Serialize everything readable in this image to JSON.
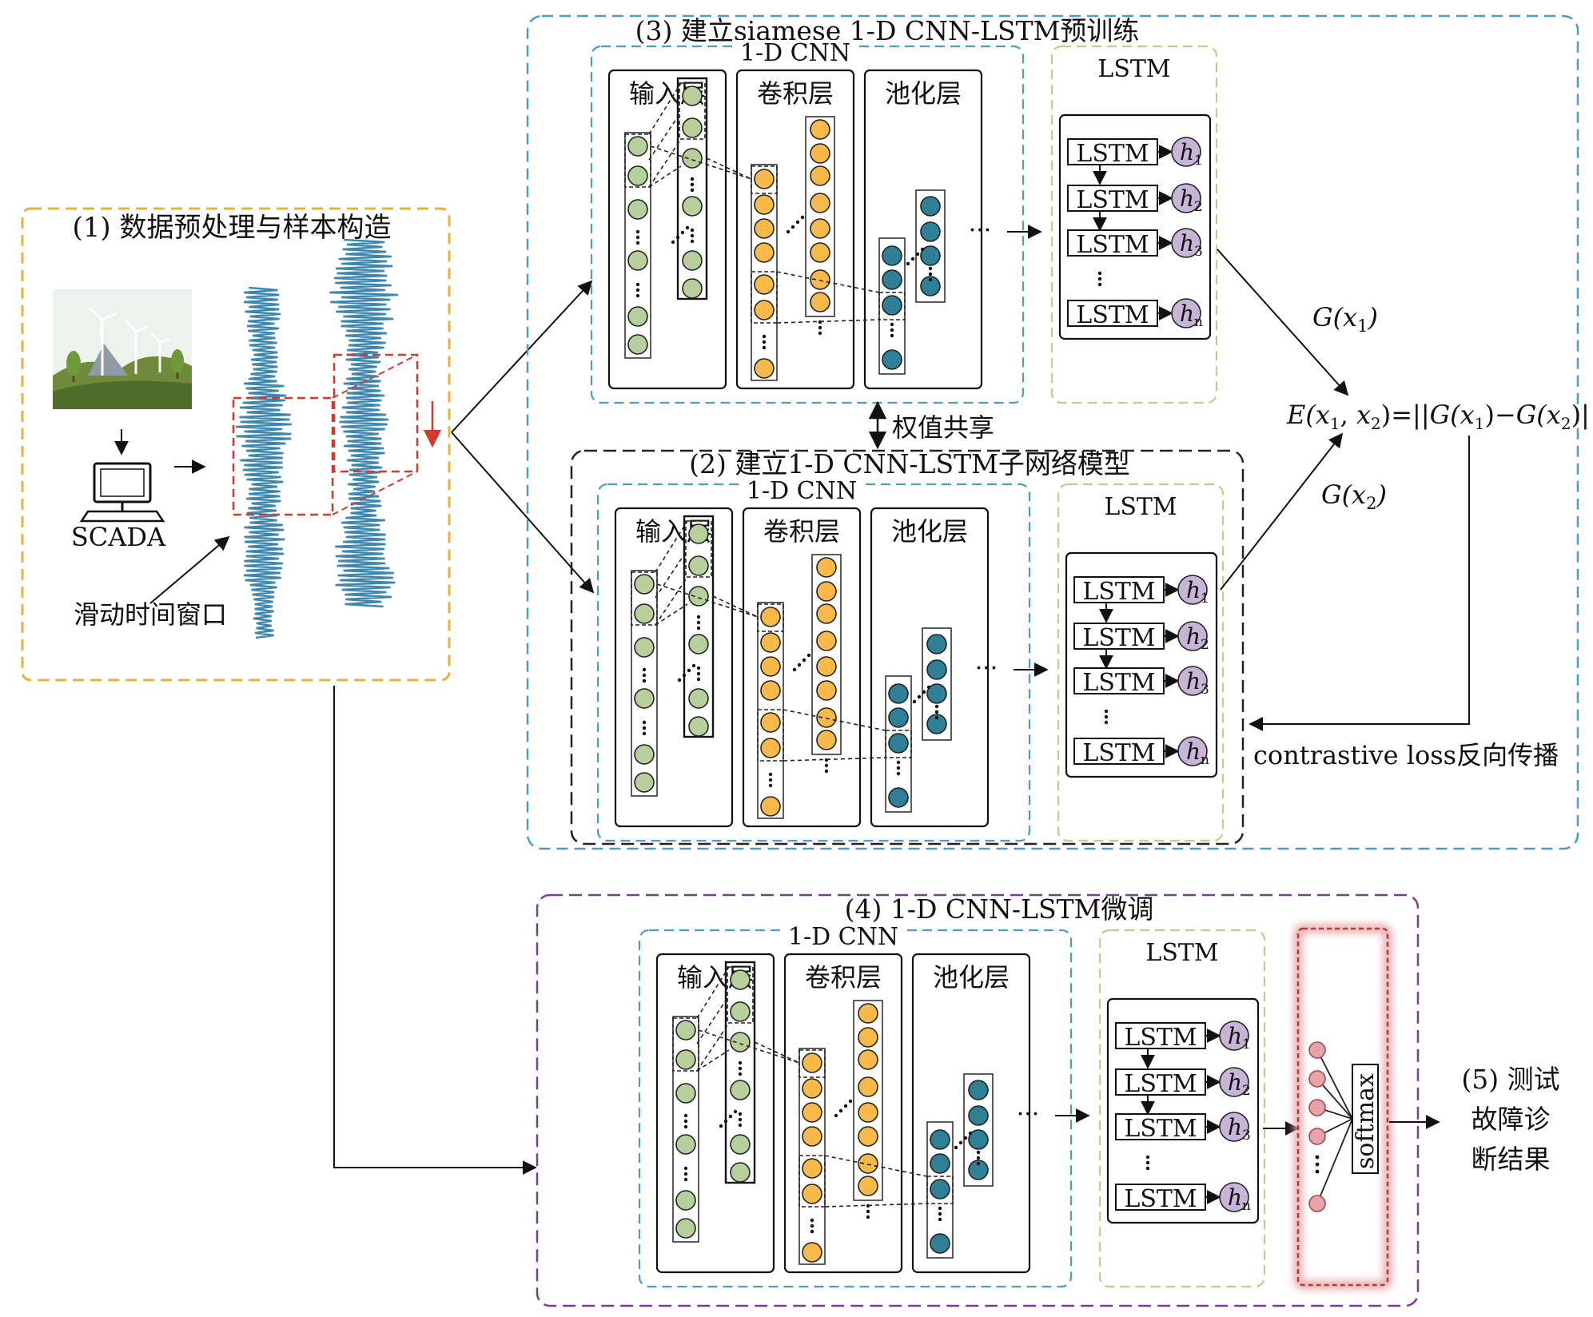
{
  "colors": {
    "orange_dash": "#e8b23a",
    "blue_dash": "#4a9ec2",
    "black_dash": "#222222",
    "purple_dash": "#7a3d8f",
    "olive_dash": "#c8c98a",
    "green_node": "#b7cf9a",
    "yellow_node": "#f7b94a",
    "teal_node": "#2f7f97",
    "purple_node": "#c8b4d6",
    "pink_node": "#e6a4a8",
    "red": "#d33a2c",
    "wave": "#3d86ad"
  },
  "step1": {
    "title": "(1) 数据预处理与样本构造",
    "scada_label": "SCADA",
    "window_label": "滑动时间窗口",
    "icons": [
      "wind-farm-icon",
      "computer-icon",
      "time-series-wave-icon"
    ]
  },
  "step3": {
    "title": "(3) 建立siamese 1-D CNN-LSTM预训练",
    "weight_share": "权值共享"
  },
  "step2": {
    "title": "(2) 建立1-D CNN-LSTM子网络模型"
  },
  "step4": {
    "title": "(4) 1-D CNN-LSTM微调",
    "softmax": "softmax"
  },
  "step5": {
    "lines": [
      "(5) 测试",
      "故障诊",
      "断结果"
    ]
  },
  "network": {
    "cnn_label": "1-D CNN",
    "input_layer": "输入层",
    "conv_layer": "卷积层",
    "pool_layer": "池化层",
    "lstm_label": "LSTM",
    "lstm_cell": "LSTM",
    "ellipsis": "···",
    "hidden": [
      {
        "base": "h",
        "sub": "1"
      },
      {
        "base": "h",
        "sub": "2"
      },
      {
        "base": "h",
        "sub": "3"
      },
      {
        "base": "h",
        "sub": "n"
      }
    ]
  },
  "loss": {
    "g1": {
      "base": "G(x",
      "sub": "1",
      "tail": ")"
    },
    "g2": {
      "base": "G(x",
      "sub": "2",
      "tail": ")"
    },
    "energy": [
      {
        "t": "E(x",
        "italic": true
      },
      {
        "t": "1",
        "sub": true
      },
      {
        "t": ", ",
        "italic": false
      },
      {
        "t": "x",
        "italic": true
      },
      {
        "t": "2",
        "sub": true
      },
      {
        "t": ")=||",
        "italic": false
      },
      {
        "t": "G(x",
        "italic": true
      },
      {
        "t": "1",
        "sub": true
      },
      {
        "t": ")−",
        "italic": false
      },
      {
        "t": "G(x",
        "italic": true
      },
      {
        "t": "2",
        "sub": true
      },
      {
        "t": ")||",
        "italic": false
      }
    ],
    "backprop": "contrastive loss反向传播"
  }
}
